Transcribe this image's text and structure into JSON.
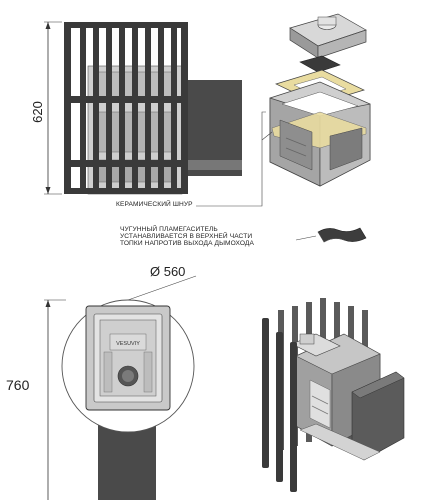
{
  "dimensions": {
    "height_top": "620",
    "diameter": "Ø 560",
    "depth_plan": "760"
  },
  "callouts": {
    "ceramic_cord": "КЕРАМИЧЕСКИЙ ШНУР",
    "flame_damper": [
      "ЧУГУННЫЙ ПЛАМЕГАСИТЕЛЬ",
      "УСТАНАВЛИВАЕТСЯ В ВЕРХНЕЙ ЧАСТИ",
      "ТОПКИ НАПРОТИВ ВЫХОДА ДЫМОХОДА"
    ]
  },
  "door_logo": "VESUVIY",
  "colors": {
    "steel_dark": "#3a3a3a",
    "steel_mid": "#6f6f6f",
    "cast_iron": "#9a9a9a",
    "cast_iron_light": "#cfcfcf",
    "cord": "#e9dca0",
    "line": "#333333"
  }
}
